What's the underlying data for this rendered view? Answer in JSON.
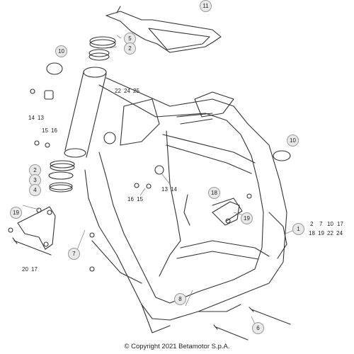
{
  "diagram": {
    "callouts": [
      "11",
      "5",
      "2",
      "10",
      "22",
      "24",
      "25",
      "14",
      "13",
      "15",
      "16",
      "2",
      "3",
      "4",
      "10",
      "19",
      "20",
      "17",
      "7",
      "16",
      "15",
      "13",
      "14",
      "18",
      "19",
      "2",
      "7",
      "10",
      "17",
      "18",
      "19",
      "22",
      "24",
      "1",
      "8",
      "6"
    ]
  },
  "footer": {
    "copyright": "© Copyright 2021 Betamotor S.p.A."
  },
  "colors": {
    "line": "#333333",
    "fill": "#ffffff",
    "callout_bg": "#e9e9e9",
    "leader": "#888888"
  }
}
